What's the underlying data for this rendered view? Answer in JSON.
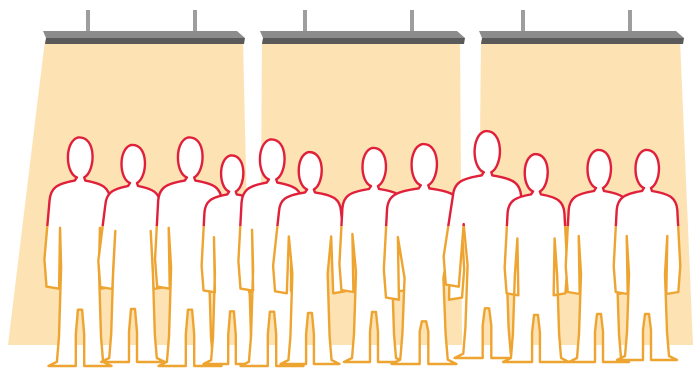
{
  "scene": {
    "fixture_count": 3,
    "people_count": 12,
    "colors": {
      "background": "#ffffff",
      "light_beam": "#fde2b4",
      "light_beam_edge": "#f6d3a0",
      "fixture_top": "#8c8c8c",
      "fixture_body": "#5a5a5a",
      "fixture_bottom": "#3d3d3d",
      "hanging_rod": "#9e9e9e",
      "silhouette_fill": "#ffffff",
      "silhouette_outline_lit": "#e0203a",
      "silhouette_outline_base": "#eea431"
    },
    "icons": [
      "hanging-light-fixture",
      "person-silhouette"
    ]
  }
}
